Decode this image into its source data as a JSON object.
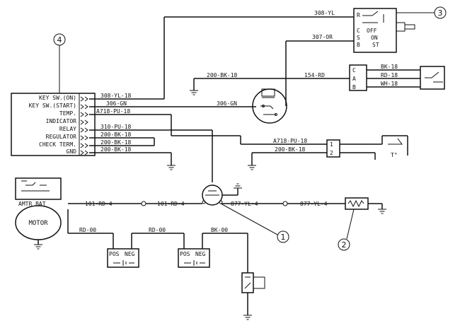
{
  "callouts": [
    "1",
    "2",
    "3",
    "4"
  ],
  "control_module": {
    "rows": [
      "KEY SW.(ON)",
      "KEY SW.(START)",
      "TEMP.",
      "INDICATOR",
      "RELAY",
      "REGULATOR",
      "CHECK TERM.",
      "GND"
    ]
  },
  "wires": {
    "ks_on": "308-YL-18",
    "ks_start": "306-GN",
    "temp": "A718-PU-18",
    "relay": "310-PU-18",
    "reg": "200-BK-18",
    "check": "200-BK-18",
    "gnd": "200-BK-18",
    "top_yl": "308-YL",
    "top_or": "307-OR",
    "bk_mid": "200-BK-18",
    "rd_154": "154-RD",
    "gn_mid": "306-GN",
    "temp_right": "A718-PU-18",
    "bk_right": "200-BK-18",
    "rd_main1": "101-RD-4",
    "rd_main2": "101-RD-4",
    "yl_main1": "877-YL-4",
    "yl_main2": "877-YL-4",
    "bat1": "RD-00",
    "bat2": "RD-00",
    "bk_00": "BK-00"
  },
  "key_switch": {
    "r": "R",
    "c": "C",
    "s": "S",
    "b": "B",
    "off": "OFF",
    "on": "ON",
    "st": "ST"
  },
  "connector": {
    "pins": [
      "C",
      "A",
      "B"
    ],
    "wires": [
      "BK-18",
      "RD-18",
      "WH-18"
    ]
  },
  "temp_switch": {
    "label": "T°"
  },
  "motor": {
    "label": "MOTOR",
    "terminals": "AMTR BAT"
  },
  "battery": {
    "pos": "POS",
    "neg": "NEG"
  },
  "connector2": {
    "pins": [
      "1",
      "2"
    ]
  }
}
